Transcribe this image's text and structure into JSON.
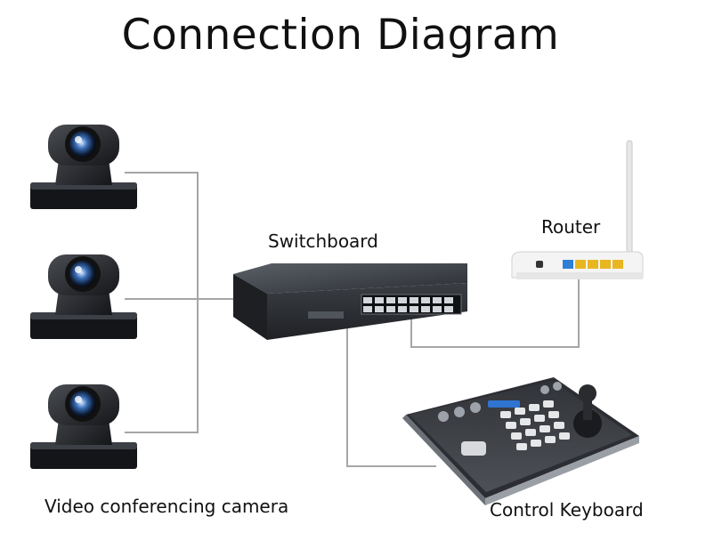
{
  "title": "Connection Diagram",
  "labels": {
    "switchboard": "Switchboard",
    "router": "Router",
    "cameras": "Video conferencing camera",
    "keyboard": "Control Keyboard"
  },
  "colors": {
    "cable": "#a6a6a6",
    "device_dark": "#1b1b1d",
    "device_body": "#2b2d31",
    "lens_blue": "#3a6fb8",
    "router_white": "#f2f2f2",
    "router_port_yellow": "#e8b620",
    "router_port_blue": "#2f7fd6"
  },
  "devices": {
    "cameras": [
      "camera-icon",
      "camera-icon",
      "camera-icon"
    ],
    "switch": "network-switch-icon",
    "router": "router-icon",
    "keyboard": "ptz-control-keyboard-icon"
  }
}
